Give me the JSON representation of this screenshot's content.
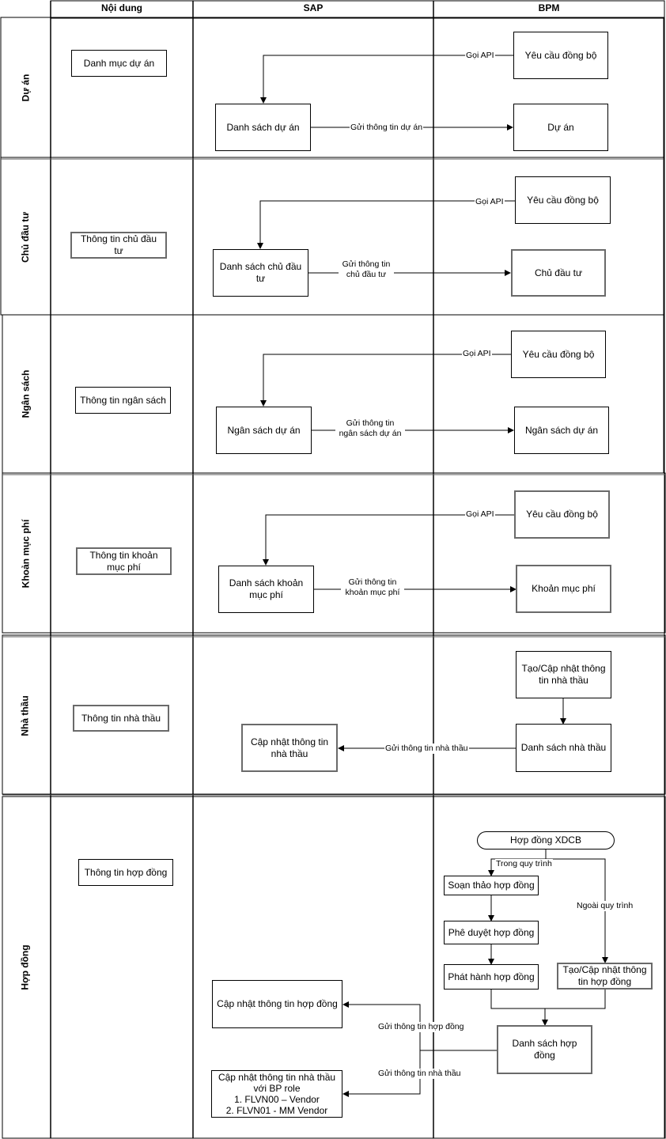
{
  "headers": {
    "content": "Nội dung",
    "sap": "SAP",
    "bpm": "BPM"
  },
  "lanes": [
    {
      "title": "Dự án",
      "content": "Danh mục dự án",
      "bpm_request": "Yêu cầu đồng bộ",
      "call_api": "Gọi API",
      "sap_list": "Danh sách dự án",
      "send_label": "Gửi thông tin dự án",
      "bpm_target": "Dự án"
    },
    {
      "title": "Chủ đầu tư",
      "content": "Thông tin chủ đầu tư",
      "bpm_request": "Yêu cầu đồng bộ",
      "call_api": "Gọi API",
      "sap_list": "Danh sách chủ đầu tư",
      "send_label": "Gửi thông tin chủ đầu tư",
      "bpm_target": "Chủ đầu tư"
    },
    {
      "title": "Ngân sách",
      "content": "Thông tin ngân sách",
      "bpm_request": "Yêu cầu đồng bộ",
      "call_api": "Gọi API",
      "sap_list": "Ngân sách dự án",
      "send_label": "Gửi thông tin ngân sách dự án",
      "bpm_target": "Ngân sách dự án"
    },
    {
      "title": "Khoản mục phí",
      "content": "Thông tin khoản mục phí",
      "bpm_request": "Yêu cầu đồng bộ",
      "call_api": "Gọi API",
      "sap_list": "Danh sách khoản mục phí",
      "send_label": "Gửi thông tin khoản mục phí",
      "bpm_target": "Khoản mục phí"
    }
  ],
  "contractor": {
    "title": "Nhà thầu",
    "content": "Thông tin nhà thầu",
    "bpm_create": "Tạo/Cập nhật thông tin nhà thầu",
    "bpm_list": "Danh sách nhà thầu",
    "send_label": "Gửi thông tin nhà thầu",
    "sap_update": "Cập nhật thông tin nhà thầu"
  },
  "contract": {
    "title": "Hợp đồng",
    "content": "Thông tin hợp đồng",
    "start": "Hợp đồng XDCB",
    "in_process": "Trong quy trình",
    "out_process": "Ngoài quy trình",
    "draft": "Soạn thảo hợp đồng",
    "approve": "Phê duyệt hợp đồng",
    "issue": "Phát hành hợp đồng",
    "bpm_update": "Tạo/Cập nhật thông tin hợp đồng",
    "bpm_list": "Danh sách hợp đồng",
    "send_contract": "Gửi thông tin hợp đồng",
    "send_contractor": "Gửi thông tin nhà thầu",
    "sap_update_contract": "Cập nhật thông tin hợp đồng",
    "sap_update_vendor_lines": [
      "Cập nhật thông tin nhà thầu",
      "với BP role",
      "1. FLVN00 – Vendor",
      "2. FLVN01 - MM Vendor"
    ]
  }
}
